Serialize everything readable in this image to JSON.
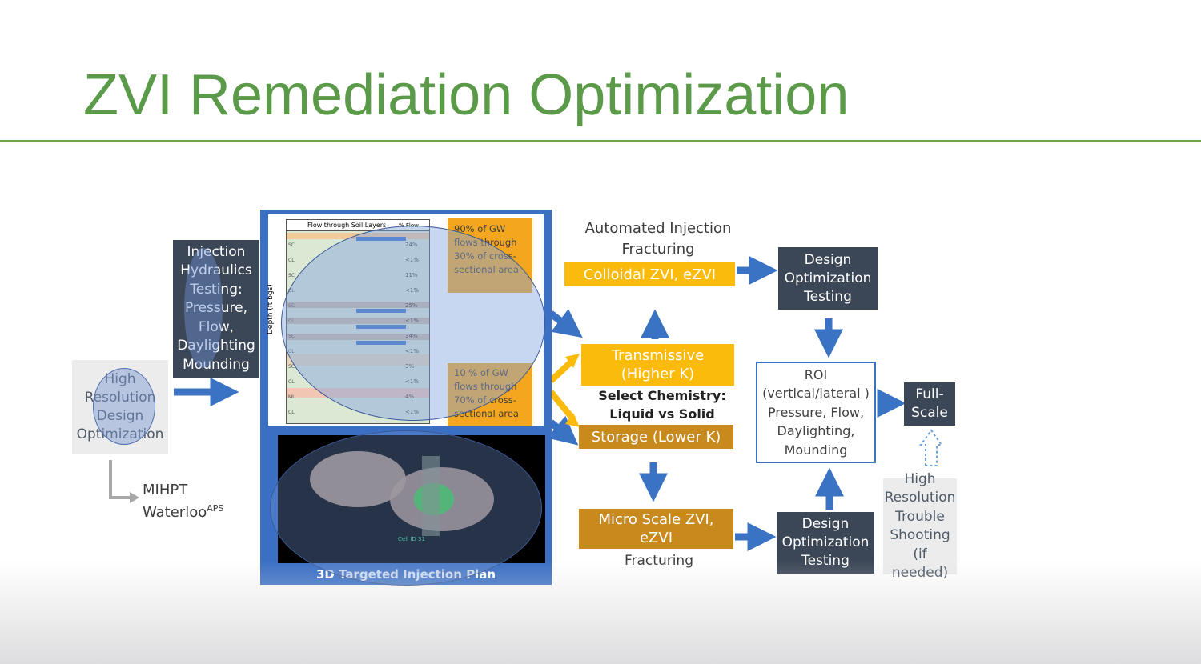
{
  "slide": {
    "title": "ZVI Remediation Optimization"
  },
  "steps": {
    "high_res": "High\nResolution\nDesign\nOptimization",
    "mihpt": "MIHPT",
    "waterloo": "Waterloo",
    "waterloo_sup": "APS",
    "injection_hydraulics": "Injection\nHydraulics\nTesting:\nPressure,\nFlow,\nDaylighting\nMounding",
    "automated_injection": "Automated Injection\nFracturing",
    "colloidal": "Colloidal ZVI, eZVI",
    "transmissive": "Transmissive\n(Higher K)",
    "select_chemistry": "Select Chemistry:\nLiquid vs Solid",
    "storage": "Storage (Lower K)",
    "micro_scale": "Micro Scale ZVI,\neZVI",
    "fracturing": "Fracturing",
    "design_opt_top": "Design\nOptimization\nTesting",
    "design_opt_bottom": "Design\nOptimization\nTesting",
    "roi": "ROI\n(vertical/lateral )\nPressure, Flow,\nDaylighting,\nMounding",
    "full_scale": "Full-\nScale",
    "troubleshooting": "High\nResolution\nTrouble\nShooting\n(if needed)"
  },
  "panel": {
    "flow_chart_title": "Flow through Soil Layers",
    "flow_col_header": "% Flow",
    "depth_axis": "Depth (ft bgs)",
    "layer_codes": [
      "SC",
      "CL",
      "SC",
      "CL",
      "SC",
      "CL",
      "SC",
      "CL",
      "SC",
      "CL",
      "ML",
      "CL"
    ],
    "flow_values": [
      "24%",
      "<1%",
      "11%",
      "<1%",
      "25%",
      "<1%",
      "34%",
      "<1%",
      "3%",
      "<1%",
      "4%",
      "<1%"
    ],
    "note_top": "90% of GW\nflows through\n30%  of cross-\nsectional area",
    "note_bottom": "10 % of GW\nflows through\n70%  of cross-\nsectional area",
    "model_label": "Cell ID  31",
    "caption": "3D Targeted Injection Plan"
  },
  "colors": {
    "title_green": "#5a9a48",
    "dark_box": "#3b4656",
    "gold": "#fbbb0c",
    "brown": "#c98a1d",
    "arrow_blue": "#3a73c4",
    "frame_blue": "#3a6fc4"
  }
}
